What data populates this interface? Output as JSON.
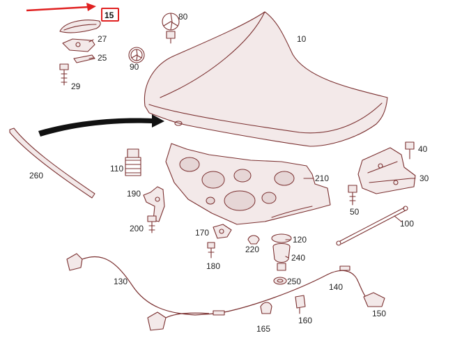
{
  "diagram": {
    "highlighted_callout": "15",
    "accent_color": "#e02020",
    "part_color": "#7a2f2f",
    "callouts": [
      {
        "id": "c10",
        "text": "10"
      },
      {
        "id": "c15",
        "text": "15"
      },
      {
        "id": "c25",
        "text": "25"
      },
      {
        "id": "c27",
        "text": "27"
      },
      {
        "id": "c29",
        "text": "29"
      },
      {
        "id": "c30",
        "text": "30"
      },
      {
        "id": "c40",
        "text": "40"
      },
      {
        "id": "c50",
        "text": "50"
      },
      {
        "id": "c80",
        "text": "80"
      },
      {
        "id": "c90",
        "text": "90"
      },
      {
        "id": "c100",
        "text": "100"
      },
      {
        "id": "c110",
        "text": "110"
      },
      {
        "id": "c120",
        "text": "120"
      },
      {
        "id": "c130",
        "text": "130"
      },
      {
        "id": "c140",
        "text": "140"
      },
      {
        "id": "c150",
        "text": "150"
      },
      {
        "id": "c160",
        "text": "160"
      },
      {
        "id": "c165",
        "text": "165"
      },
      {
        "id": "c170",
        "text": "170"
      },
      {
        "id": "c180",
        "text": "180"
      },
      {
        "id": "c190",
        "text": "190"
      },
      {
        "id": "c200",
        "text": "200"
      },
      {
        "id": "c210",
        "text": "210"
      },
      {
        "id": "c220",
        "text": "220"
      },
      {
        "id": "c240",
        "text": "240"
      },
      {
        "id": "c250",
        "text": "250"
      },
      {
        "id": "c260",
        "text": "260"
      }
    ]
  }
}
